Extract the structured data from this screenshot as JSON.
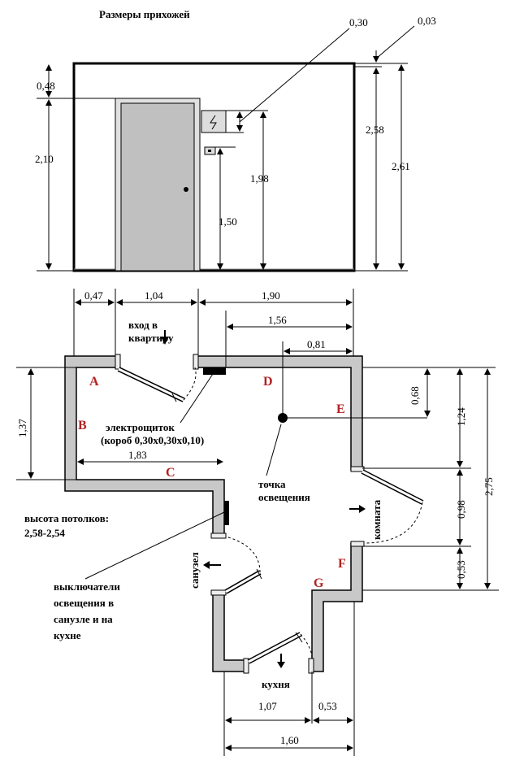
{
  "title": "Размеры прихожей",
  "elevation_dims": {
    "d030": "0,30",
    "d003": "0,03",
    "d048": "0,48",
    "d210": "2,10",
    "d198": "1,98",
    "d150": "1,50",
    "d258": "2,58",
    "d261": "2,61"
  },
  "plan_dims": {
    "d047": "0,47",
    "d104": "1,04",
    "d190": "1,90",
    "d156": "1,56",
    "d081": "0,81",
    "d068": "0,68",
    "d124": "1,24",
    "d137": "1,37",
    "d183": "1,83",
    "d275": "2,75",
    "d098": "0,98",
    "d053r": "0,53",
    "d107": "1,07",
    "d053b": "0,53",
    "d160": "1,60"
  },
  "points": {
    "a": "A",
    "b": "B",
    "c": "C",
    "d": "D",
    "e": "E",
    "f": "F",
    "g": "G"
  },
  "labels": {
    "entrance_1": "вход в",
    "entrance_2": "квартиру",
    "panel_1": "электрощиток",
    "panel_2": "(короб 0,30х0,30х0,10)",
    "light_1": "точка",
    "light_2": "освещения",
    "ceiling_1": "высота потолков:",
    "ceiling_2": "2,58-2,54",
    "switches_1": "выключатели",
    "switches_2": "освещения в",
    "switches_3": "санузле и на",
    "switches_4": "кухне",
    "bathroom": "санузел",
    "room": "комната",
    "kitchen": "кухня"
  },
  "colors": {
    "wall_fill": "#c8c8c8",
    "door_fill": "#c0c0c0",
    "point_letters": "#b22222"
  },
  "icons": [
    "lightning-icon",
    "socket-icon",
    "arrow-down-icon",
    "arrow-left-icon",
    "arrow-right-icon"
  ]
}
